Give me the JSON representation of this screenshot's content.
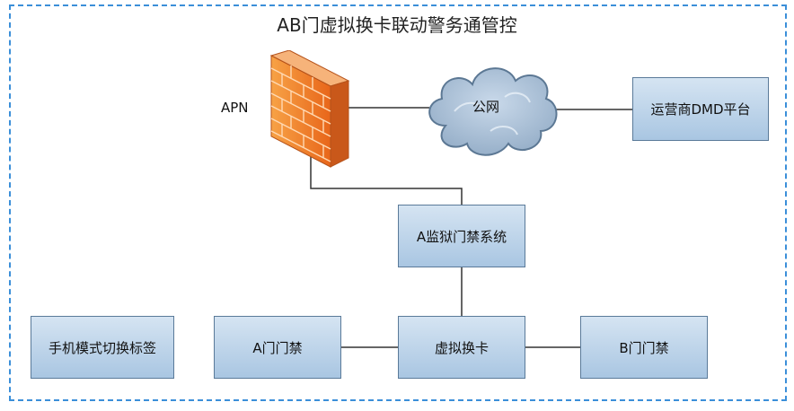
{
  "title": "AB门虚拟换卡联动警务通管控",
  "nodes": {
    "apn_label": "APN",
    "cloud_label": "公网",
    "operator_platform": "运营商DMD平台",
    "prison_access_system": "A监狱门禁系统",
    "virtual_card_swap": "虚拟换卡",
    "door_a_access": "A门门禁",
    "door_b_access": "B门门禁",
    "phone_mode_switch_tag": "手机模式切换标签"
  },
  "colors": {
    "frame_dash": "#3b8fd9",
    "box_top": "#d5e4f2",
    "box_bottom": "#a9c6e2",
    "firewall": "#f07c22",
    "cloud": "#a8bfd6"
  },
  "icons": {
    "firewall": "firewall-icon",
    "cloud": "cloud-icon"
  }
}
